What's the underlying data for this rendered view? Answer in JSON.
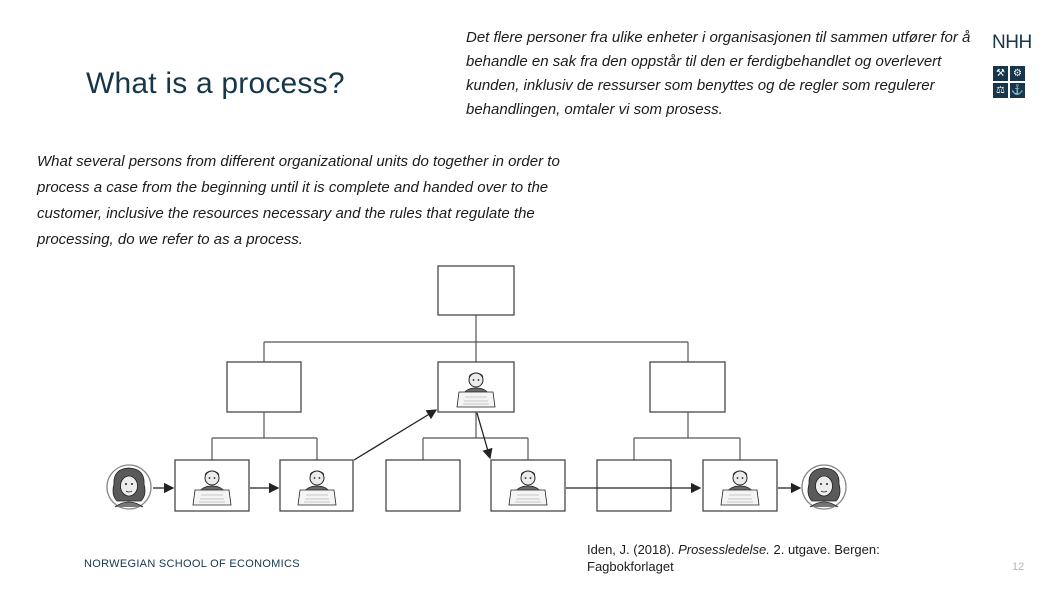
{
  "slide": {
    "title": "What is a process?",
    "norwegian_text": "Det flere personer fra ulike enheter i organisasjonen til sammen utfører for å behandle en sak fra den oppstår til den er ferdigbehandlet og overlevert kunden, inklusiv de ressurser som benyttes og de regler som regulerer behandlingen, omtaler vi som prosess.",
    "english_text": "What several persons from different organizational units do together in order to process a case from the beginning until it is complete and handed over to the customer, inclusive the resources necessary and the rules that regulate the processing, do we refer to as a process.",
    "logo_text": "NHH",
    "logo_icons": [
      "tools-icon",
      "gear-icon",
      "scales-icon",
      "anchor-icon"
    ],
    "footer_school": "NORWEGIAN SCHOOL OF ECONOMICS",
    "citation_author": "Iden, J. (2018).",
    "citation_title": "Prosessledelse.",
    "citation_rest": "2. utgave. Bergen: Fagbokforlaget",
    "page_number": "12"
  },
  "colors": {
    "navy": "#17364a",
    "text": "#1c1c1c",
    "page_number": "#b7b7b7"
  },
  "diagram": {
    "nodes": [
      {
        "id": "top",
        "figure": "none"
      },
      {
        "id": "mid-left",
        "figure": "none"
      },
      {
        "id": "mid-center",
        "figure": "worker"
      },
      {
        "id": "mid-right",
        "figure": "none"
      },
      {
        "id": "low-1",
        "figure": "worker"
      },
      {
        "id": "low-2",
        "figure": "worker"
      },
      {
        "id": "low-3",
        "figure": "none"
      },
      {
        "id": "low-4",
        "figure": "worker"
      },
      {
        "id": "low-5",
        "figure": "none"
      },
      {
        "id": "low-6",
        "figure": "worker"
      }
    ],
    "customers": [
      "customer-left",
      "customer-right"
    ]
  }
}
